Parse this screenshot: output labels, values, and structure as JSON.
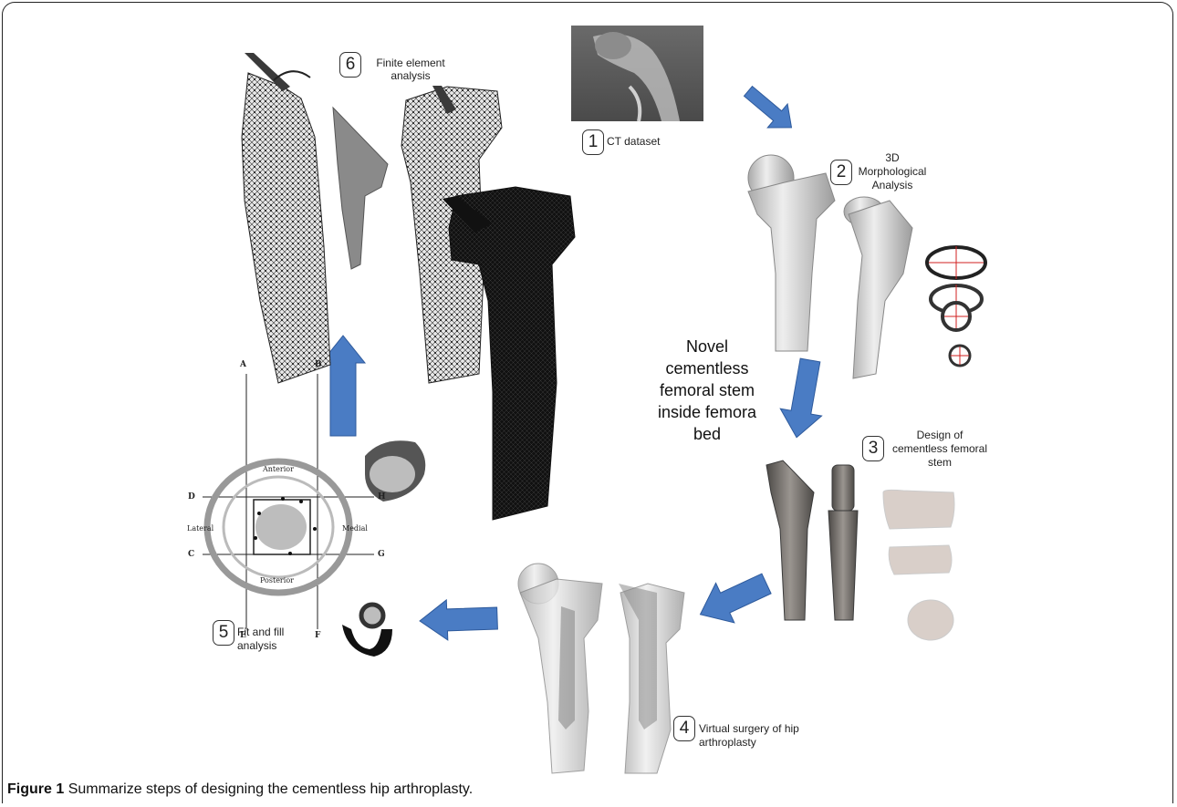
{
  "steps": [
    {
      "num": "1",
      "label": "CT dataset"
    },
    {
      "num": "2",
      "label": "3D Morphological Analysis"
    },
    {
      "num": "3",
      "label": "Design of cementless femoral stem"
    },
    {
      "num": "4",
      "label": "Virtual surgery of hip arthroplasty"
    },
    {
      "num": "5",
      "label": "Fit and fill analysis"
    },
    {
      "num": "6",
      "label": "Finite element analysis"
    }
  ],
  "center_label": "Novel cementless femoral stem inside femora bed",
  "diagram_labels": {
    "A": "A",
    "B": "B",
    "C": "C",
    "D": "D",
    "E": "E",
    "F": "F",
    "G": "G",
    "H": "H",
    "anterior": "Anterior",
    "posterior": "Posterior",
    "lateral": "Lateral",
    "medial": "Medial"
  },
  "caption": {
    "prefix": "Figure 1",
    "text": "Summarize steps of designing the cementless hip arthroplasty."
  },
  "colors": {
    "arrow": "#4a7cc4",
    "arrow_dark": "#2e5a9c",
    "bone": "#d8d8d8",
    "stem": "#6e6a66",
    "mesh": "#1a1a1a"
  }
}
